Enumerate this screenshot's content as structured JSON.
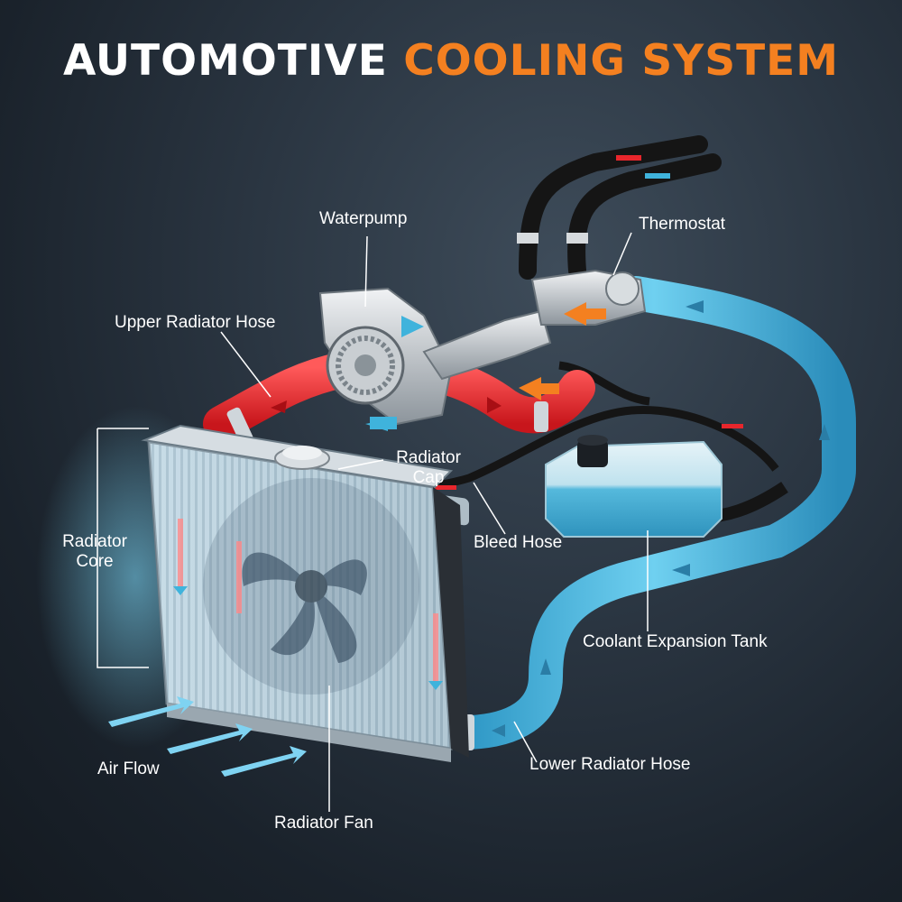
{
  "title": {
    "part1": "AUTOMOTIVE",
    "part2": "COOLING SYSTEM"
  },
  "colors": {
    "title_accent": "#f48020",
    "hot_coolant": "#e8262c",
    "cool_coolant": "#3fb3dc",
    "background": "#1f2933"
  },
  "labels": {
    "waterpump": "Waterpump",
    "thermostat": "Thermostat",
    "upper_radiator_hose": "Upper Radiator Hose",
    "radiator_cap_line1": "Radiator",
    "radiator_cap_line2": "Cap",
    "radiator_core_line1": "Radiator",
    "radiator_core_line2": "Core",
    "bleed_hose": "Bleed Hose",
    "coolant_expansion_tank": "Coolant Expansion Tank",
    "air_flow": "Air Flow",
    "lower_radiator_hose": "Lower Radiator Hose",
    "radiator_fan": "Radiator Fan"
  }
}
